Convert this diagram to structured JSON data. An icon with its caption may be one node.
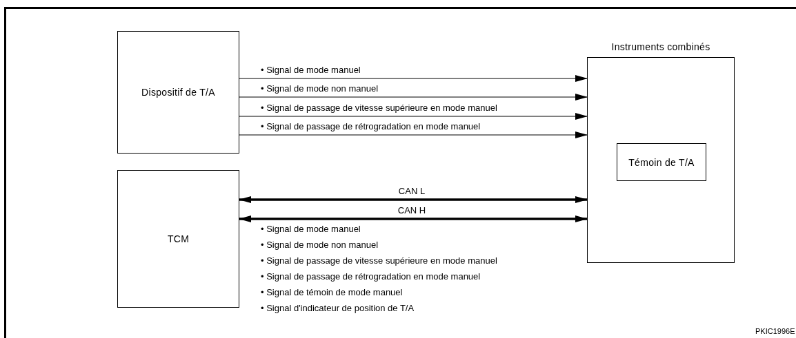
{
  "diagram": {
    "nodes": [
      {
        "text": [
          "Dispositif de T/A"
        ]
      },
      {
        "text": [
          "Instruments combinés"
        ]
      },
      {
        "text": [
          "Témoin de T/A"
        ],
        "in": 1
      },
      {
        "text": [
          "TCM"
        ]
      }
    ],
    "edges": [
      {
        "from": 0,
        "to": 1,
        "arrow": "to",
        "label": "• Signal de mode manuel"
      },
      {
        "from": 0,
        "to": 1,
        "arrow": "to",
        "label": "• Signal de mode non manuel"
      },
      {
        "from": 0,
        "to": 1,
        "arrow": "to",
        "label": "• Signal de passage de vitesse supérieure en mode manuel"
      },
      {
        "from": 0,
        "to": 1,
        "arrow": "to",
        "label": "• Signal de passage de rétrogradation en mode manuel"
      },
      {
        "from": 3,
        "to": 1,
        "arrow": "both",
        "label": "CAN L",
        "style": "thick"
      },
      {
        "from": 3,
        "to": 1,
        "arrow": "both",
        "label": "CAN H",
        "style": "thick"
      }
    ],
    "labels": [
      "• Signal de mode manuel",
      "• Signal de mode non manuel",
      "• Signal de passage de vitesse supérieure en mode manuel",
      "• Signal de passage de rétrogradation en mode manuel",
      "• Signal de témoin de mode manuel",
      "• Signal d'indicateur de position de T/A",
      "PKIC1996E"
    ]
  }
}
